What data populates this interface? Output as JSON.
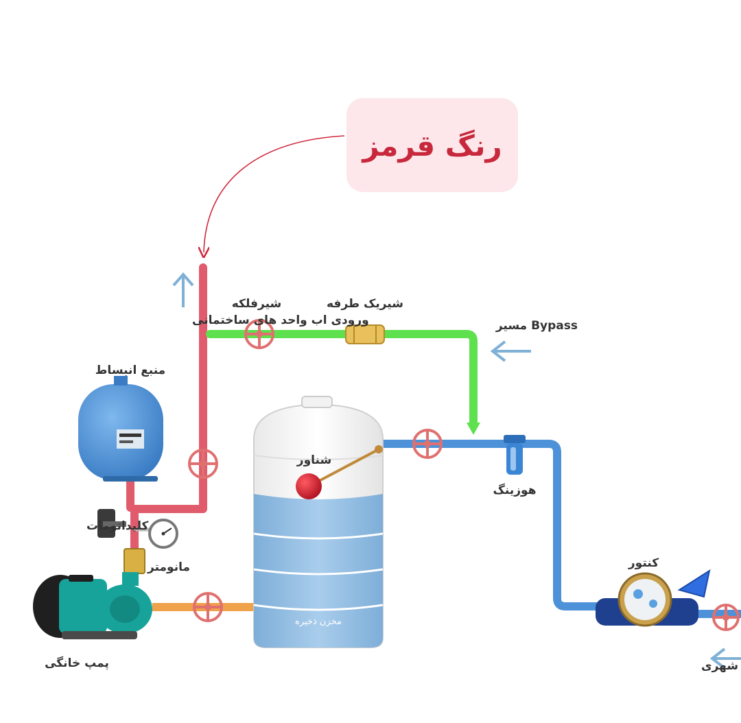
{
  "callout": {
    "text": "رنگ قرمز"
  },
  "labels": {
    "building_inlet": "ورودی اب واحد های ساختمانی",
    "gate_valve": "شیرفلکه",
    "check_valve": "شیریک طرفه",
    "bypass": "مسیر Bypass",
    "expansion_tank": "منبع انبساط",
    "float": "شناور",
    "auto_switch": "کلیداتومات",
    "manometer": "مانومتر",
    "housing": "هوزینگ",
    "storage_tank": "مخزن ذخیره",
    "meter": "کنتور",
    "pump": "پمپ خانگی",
    "city_inlet": "ورودی اب شهری"
  },
  "colors": {
    "pipe_red": "#e05b6b",
    "pipe_green": "#5ee04f",
    "pipe_blue": "#4d92d8",
    "pipe_orange": "#f0a24a",
    "water": "#8fb9de",
    "arrow": "#7fb0d6",
    "callout_bg": "#fde7ea",
    "callout_text": "#c7283c",
    "valve": "#e07070",
    "pump_body": "#17a39a",
    "tank_blue": "#4a8fd6",
    "float_red": "#d11f2c"
  },
  "icons": [
    "curved-arrow-icon",
    "up-arrow-icon",
    "left-arrow-icon",
    "gate-valve-icon",
    "check-valve-icon",
    "pressure-gauge-icon",
    "filter-housing-icon",
    "water-meter-icon",
    "pump-icon",
    "storage-tank-icon",
    "expansion-tank-icon"
  ]
}
